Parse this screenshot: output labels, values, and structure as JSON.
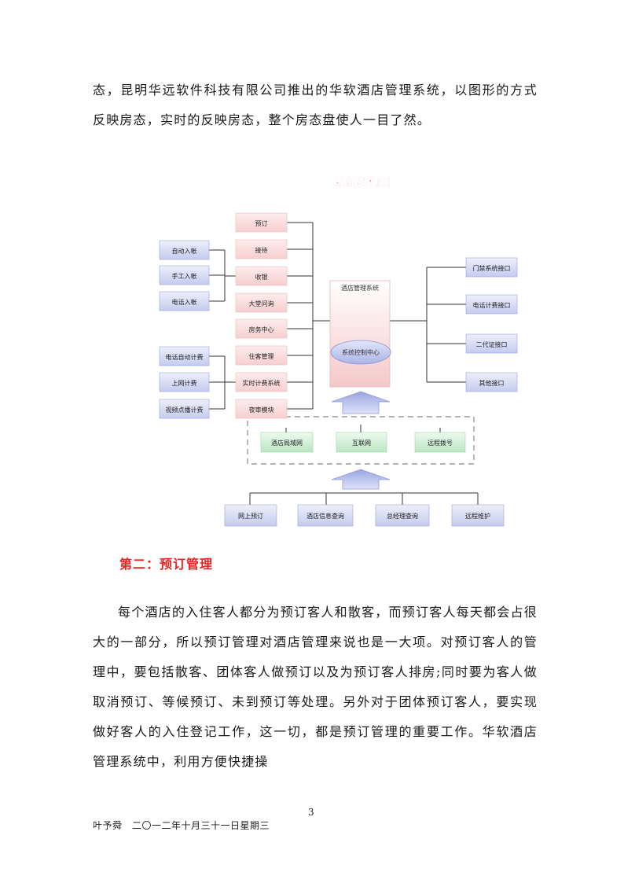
{
  "body": {
    "intro": "态，昆明华远软件科技有限公司推出的华软酒店管理系统，以图形的方式反映房态，实时的反映房态，整个房态盘使人一目了然。",
    "heading": "第二：预订管理",
    "reservation": "每个酒店的入住客人都分为预订客人和散客，而预订客人每天都会占很大的一部分，所以预订管理对酒店管理来说也是一大项。对预订客人的管理中，要包括散客、团体客人做预订以及为预订客人排房;同时要为客人做取消预订、等候预订、未到预订等处理。另外对于团体预订客人，要实现做好客人的入住登记工作，这一切，都是预订管理的重要工作。华软酒店管理系统中，利用方便快捷操"
  },
  "diagram": {
    "title": "系统结构图",
    "left_group_top": [
      "自动入帐",
      "手工入帐",
      "电话入帐"
    ],
    "left_group_bottom": [
      "电话自动计费",
      "上网计费",
      "视频点播计费"
    ],
    "modules": [
      "预订",
      "接待",
      "收银",
      "大堂问询",
      "房务中心",
      "住客管理",
      "实时计费系统",
      "夜审模块"
    ],
    "core_title": "酒店管理系统",
    "core_center": "系统控制中心",
    "interfaces": [
      "门禁系统接口",
      "电话计费接口",
      "二代证接口",
      "其他接口"
    ],
    "networks": [
      "酒店局域网",
      "互联网",
      "远程拨号"
    ],
    "remote": [
      "网上预订",
      "酒店信息查询",
      "总经理查询",
      "远程维护"
    ]
  },
  "footer": {
    "page_number": "3",
    "text": "叶予舜　二〇一二年十月三十一日星期三"
  }
}
